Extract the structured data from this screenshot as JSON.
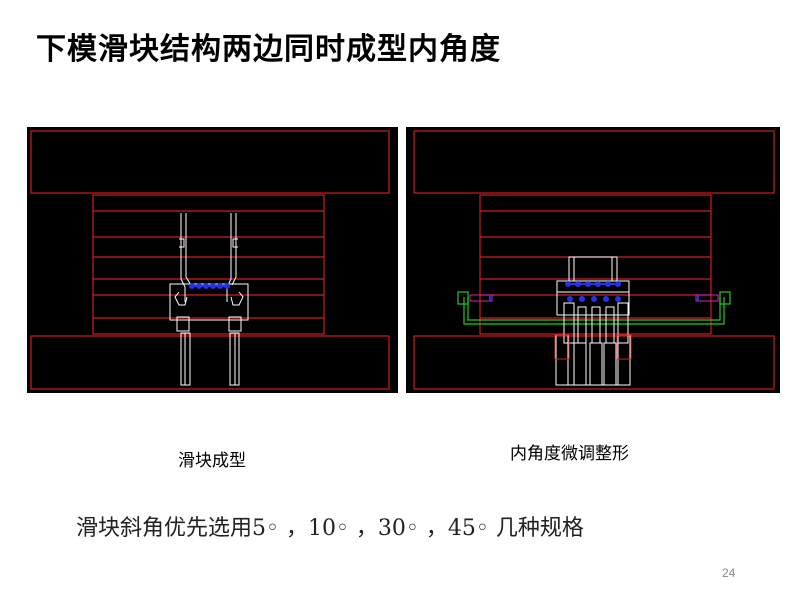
{
  "slide": {
    "title": "下模滑块结构两边同时成型内角度",
    "caption_left": "滑块成型",
    "caption_right": "内角度微调整形",
    "note": "滑块斜角优先选用5◦ ，10◦ ，30◦ ，45◦ 几种规格",
    "page_number": "24"
  },
  "colors": {
    "background": "#000000",
    "plate_red": "#cc1f1f",
    "part_white": "#ffffff",
    "screw_blue": "#2233ee",
    "guide_green": "#22cc22",
    "screw_magenta": "#dd22aa"
  }
}
